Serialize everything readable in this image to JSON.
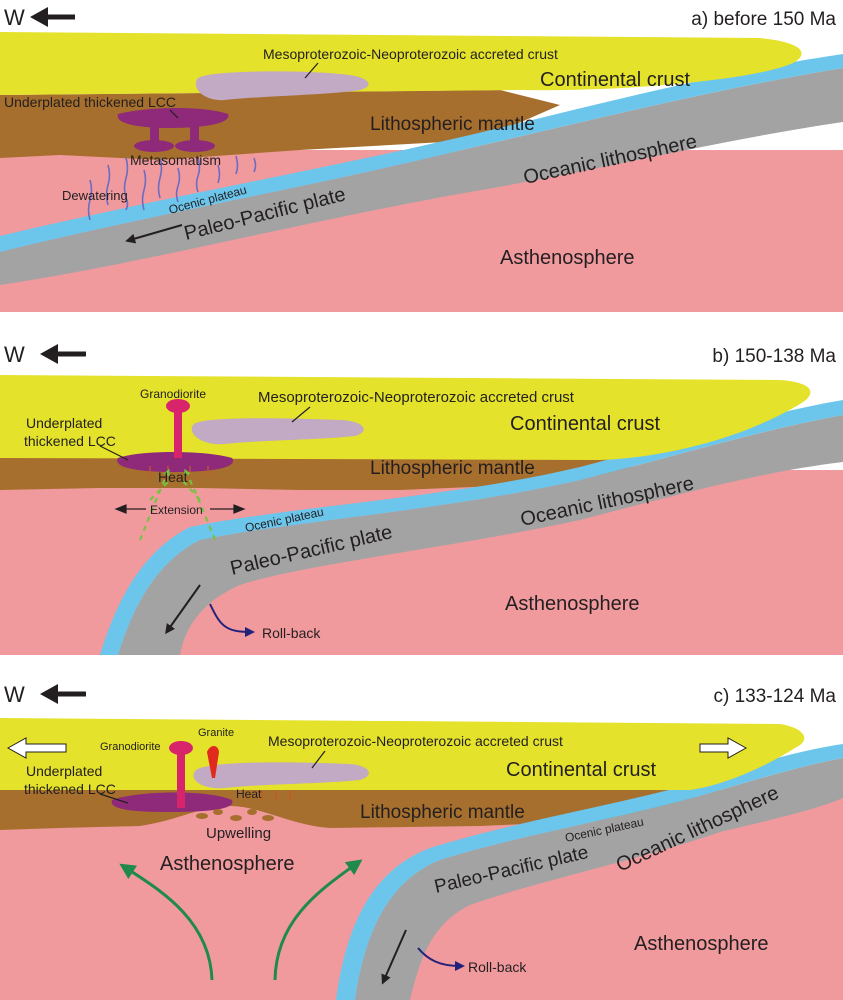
{
  "colors": {
    "continental_crust": "#e4e22a",
    "lithospheric_mantle": "#a76f2d",
    "asthenosphere": "#f09a9e",
    "oceanic_plateau": "#6cc6ec",
    "oceanic_lithosphere": "#a3a3a3",
    "accreted_crust": "#c2a9c4",
    "lcc": "#8e2a79",
    "granitoid": "#d8246a",
    "granite": "#e02a1d",
    "arrow_green": "#1f8a4c",
    "arrow_navy": "#23217a",
    "dewatering_lines": "#6c6cc0"
  },
  "panels": [
    {
      "direction": "W",
      "title": "a) before 150 Ma",
      "labels": {
        "accreted_crust": "Mesoproterozoic-Neoproterozoic accreted crust",
        "continental_crust": "Continental crust",
        "underplated_lcc": "Underplated thickened LCC",
        "lithospheric_mantle": "Lithospheric mantle",
        "metasomatism": "Metasomatism",
        "oceanic_lithosphere": "Oceanic lithosphere",
        "dewatering": "Dewatering",
        "oceanic_plateau": "Ocenic plateau",
        "plate": "Paleo-Pacific plate",
        "asthenosphere": "Asthenosphere"
      }
    },
    {
      "direction": "W",
      "title": "b) 150-138 Ma",
      "labels": {
        "granodiorite": "Granodiorite",
        "accreted_crust": "Mesoproterozoic-Neoproterozoic accreted crust",
        "underplated_lcc_1": "Underplated",
        "underplated_lcc_2": "thickened LCC",
        "continental_crust": "Continental crust",
        "heat": "Heat",
        "lithospheric_mantle": "Lithospheric mantle",
        "oceanic_lithosphere": "Oceanic lithosphere",
        "extension": "Extension",
        "oceanic_plateau": "Ocenic plateau",
        "plate": "Paleo-Pacific plate",
        "asthenosphere": "Asthenosphere",
        "rollback": "Roll-back"
      }
    },
    {
      "direction": "W",
      "title": "c) 133-124 Ma",
      "labels": {
        "granite": "Granite",
        "granodiorite": "Granodiorite",
        "accreted_crust": "Mesoproterozoic-Neoproterozoic accreted crust",
        "underplated_lcc_1": "Underplated",
        "underplated_lcc_2": "thickened LCC",
        "continental_crust": "Continental crust",
        "heat": "Heat",
        "lithospheric_mantle": "Lithospheric mantle",
        "upwelling": "Upwelling",
        "oceanic_plateau": "Ocenic plateau",
        "oceanic_lithosphere": "Oceanic lithosphere",
        "asthenosphere_left": "Asthenosphere",
        "plate": "Paleo-Pacific plate",
        "asthenosphere_right": "Asthenosphere",
        "rollback": "Roll-back"
      }
    }
  ]
}
